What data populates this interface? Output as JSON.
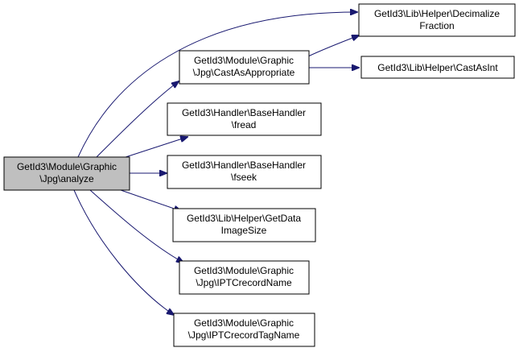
{
  "graph": {
    "nodes": {
      "analyze": [
        "GetId3\\Module\\Graphic",
        "\\Jpg\\analyze"
      ],
      "decimalize": [
        "GetId3\\Lib\\Helper\\Decimalize",
        "Fraction"
      ],
      "castappropriate": [
        "GetId3\\Module\\Graphic",
        "\\Jpg\\CastAsAppropriate"
      ],
      "castint": [
        "GetId3\\Lib\\Helper\\CastAsInt"
      ],
      "fread": [
        "GetId3\\Handler\\BaseHandler",
        "\\fread"
      ],
      "fseek": [
        "GetId3\\Handler\\BaseHandler",
        "\\fseek"
      ],
      "getdata": [
        "GetId3\\Lib\\Helper\\GetData",
        "ImageSize"
      ],
      "iptcname": [
        "GetId3\\Module\\Graphic",
        "\\Jpg\\IPTCrecordName"
      ],
      "iptctag": [
        "GetId3\\Module\\Graphic",
        "\\Jpg\\IPTCrecordTagName"
      ]
    },
    "edge_color": "#191970",
    "root_fill": "#bfbfbf"
  }
}
